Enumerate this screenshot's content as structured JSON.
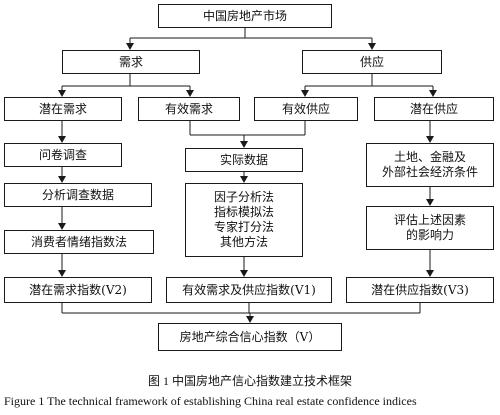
{
  "nodes": {
    "market": "中国房地产市场",
    "demand": "需求",
    "supply": "供应",
    "latent_demand": "潜在需求",
    "effective_demand": "有效需求",
    "effective_supply": "有效供应",
    "latent_supply": "潜在供应",
    "questionnaire": "问卷调查",
    "analyze_survey": "分析调查数据",
    "consumer_sentiment": "消费者情绪指数法",
    "latent_demand_index": "潜在需求指数(V2)",
    "actual_data": "实际数据",
    "methods": "因子分析法\n指标模拟法\n专家打分法\n其他方法",
    "effective_index": "有效需求及供应指数(V1)",
    "factors": "土地、金融及\n外部社会经济条件",
    "evaluate": "评估上述因素\n的影响力",
    "latent_supply_index": "潜在供应指数(V3)",
    "composite_index": "房地产综合信心指数（V）"
  },
  "caption": {
    "cn": "图    1    中国房地产信心指数建立技术框架",
    "en": "Figure    1 The technical framework of establishing China real estate confidence indices"
  }
}
